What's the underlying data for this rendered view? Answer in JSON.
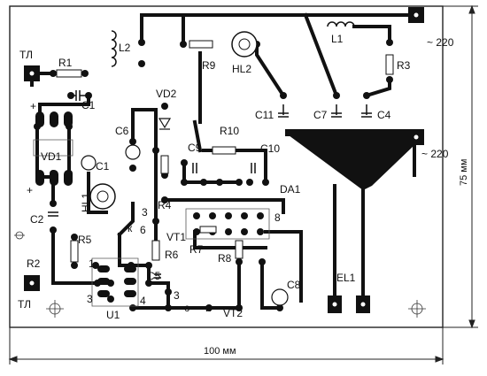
{
  "labels": {
    "TL_top": "ТЛ",
    "R1": "R1",
    "C1_top": "C1",
    "VD1": "VD1",
    "C1_mid": "C1",
    "HL1": "HL1",
    "C2": "C2",
    "R5": "R5",
    "R2": "R2",
    "TL_bottom": "ТЛ",
    "L2": "L2",
    "R9": "R9",
    "HL2": "HL2",
    "L1": "L1",
    "R3": "R3",
    "v220_top": "~ 220",
    "C11": "C11",
    "C7": "C7",
    "C4": "C4",
    "v220_mid": "~ 220",
    "VD2": "VD2",
    "C6": "C6",
    "C9": "C9",
    "R10": "R10",
    "C10": "C10",
    "DA1": "DA1",
    "R4": "R4",
    "VT1": "VT1",
    "R7": "R7",
    "R8": "R8",
    "R6": "R6",
    "C5": "C5",
    "C8": "C8",
    "EL1": "EL1",
    "U1": "U1",
    "VT2": "VT2",
    "pin_k": "к",
    "pin_3a": "3",
    "pin_6a": "6",
    "pin_1": "1",
    "pin_6b": "6",
    "pin_3b": "3",
    "pin_4": "4",
    "pin_3c": "3",
    "pin_c": "с",
    "pin_i": "и",
    "pin_8": "8",
    "plus_top": "+",
    "plus_bottom": "+"
  },
  "dimensions": {
    "width": "100 мм",
    "height": "75 мм"
  }
}
